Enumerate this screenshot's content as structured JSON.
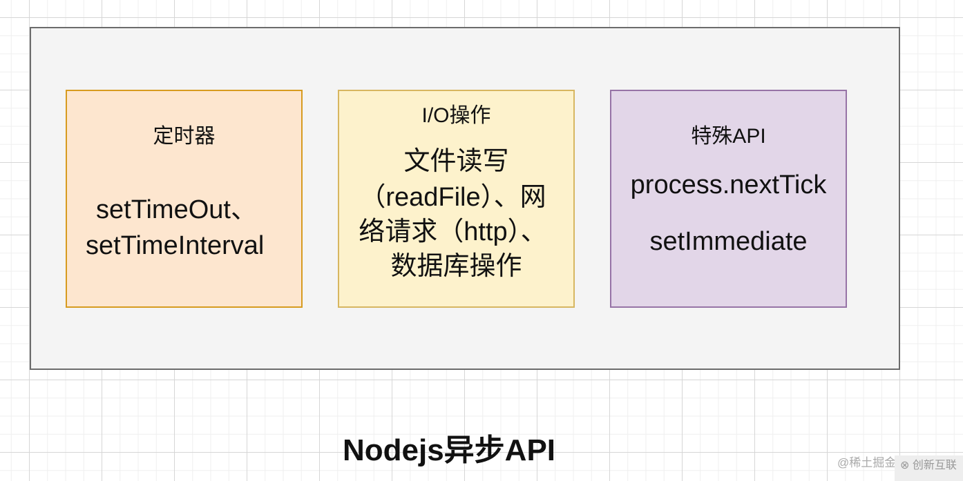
{
  "boxes": [
    {
      "title": "定时器",
      "lines": [
        "setTimeOut、",
        "setTimeInterval"
      ],
      "fill": "#fde6cf",
      "stroke": "#d79b1f"
    },
    {
      "title": "I/O操作",
      "lines": [
        "文件读写",
        "（readFile）、网",
        "络请求（http）、",
        "数据库操作"
      ],
      "fill": "#fdf2cc",
      "stroke": "#d7b660"
    },
    {
      "title": "特殊API",
      "lines": [
        "process.nextTick",
        "setImmediate"
      ],
      "fill": "#e2d6e8",
      "stroke": "#9673a6"
    }
  ],
  "caption": "Nodejs异步API",
  "watermark": "@稀土掘金",
  "logo": "创新互联"
}
